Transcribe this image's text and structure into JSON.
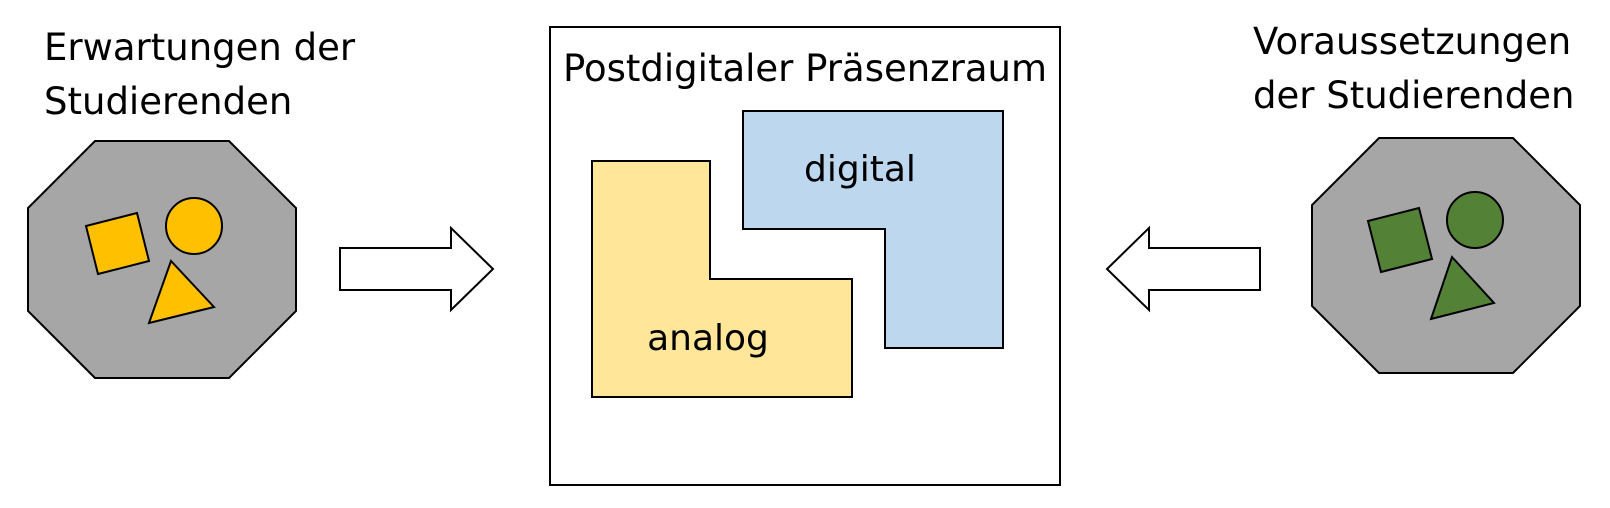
{
  "left": {
    "label_lines": [
      "Erwartungen der",
      "Studierenden"
    ],
    "shape_color": "#FFC000",
    "octagon_color": "#A6A6A6",
    "icons": [
      "square-icon",
      "circle-icon",
      "triangle-icon"
    ]
  },
  "right": {
    "label_lines": [
      "Voraussetzungen",
      "der Studierenden"
    ],
    "shape_color": "#538135",
    "octagon_color": "#A6A6A6",
    "icons": [
      "square-icon",
      "circle-icon",
      "triangle-icon"
    ]
  },
  "center": {
    "title": "Postdigitaler Präsenzraum",
    "digital": {
      "label": "digital",
      "color": "#BDD7EE"
    },
    "analog": {
      "label": "analog",
      "color": "#FFE699"
    }
  },
  "arrows": [
    "arrow-right",
    "arrow-left"
  ]
}
